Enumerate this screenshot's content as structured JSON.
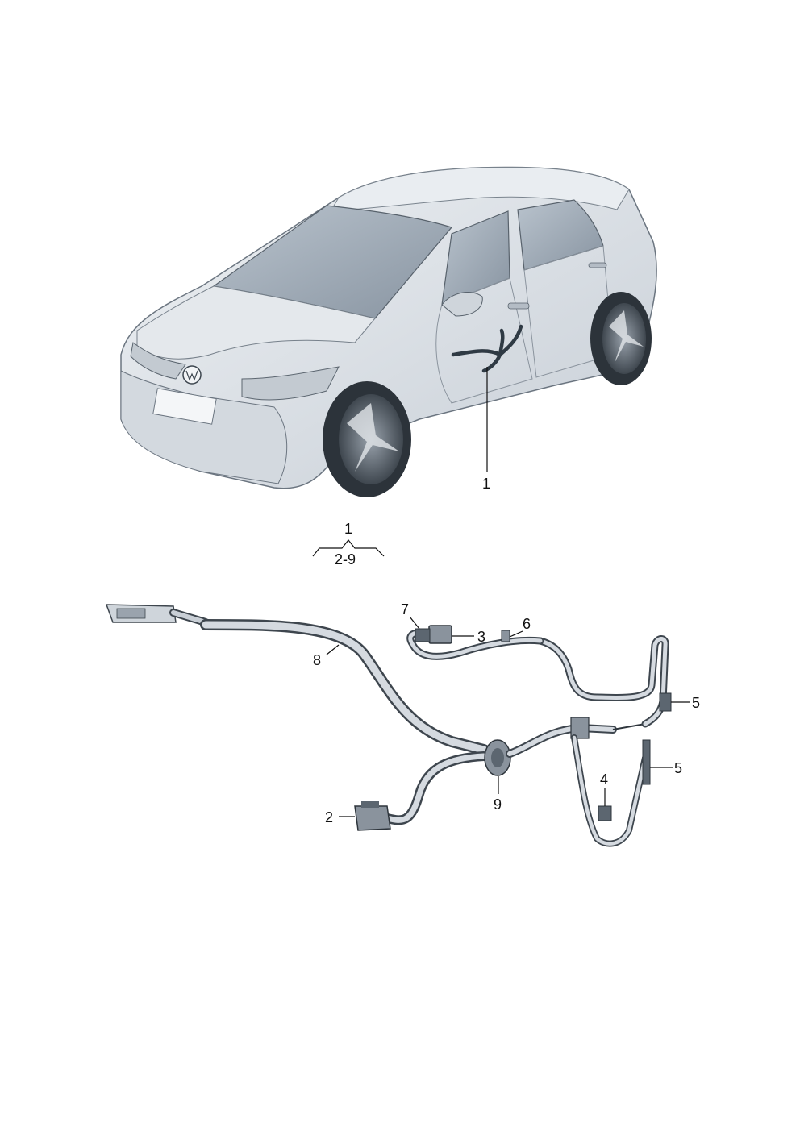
{
  "callouts": {
    "car_part": "1",
    "group_top": "1",
    "group_range": "2-9",
    "p2": "2",
    "p3": "3",
    "p4": "4",
    "p5a": "5",
    "p5b": "5",
    "p6": "6",
    "p7": "7",
    "p8": "8",
    "p9": "9"
  },
  "colors": {
    "car_body": "#dfe3e8",
    "car_shade": "#b9c1ca",
    "glass": "#9aa6b3",
    "harness": "#4a535c",
    "harness_light": "#c9cfd6",
    "highlight": "#2f3a44"
  }
}
